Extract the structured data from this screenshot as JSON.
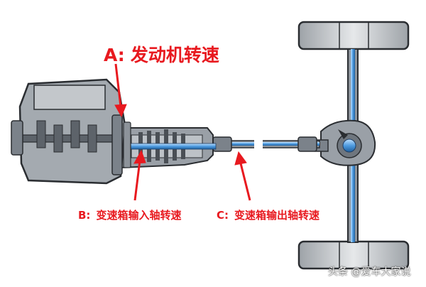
{
  "labels": {
    "a": {
      "symbol": "A:",
      "text": "发动机转速"
    },
    "b": {
      "symbol": "B:",
      "text": "变速箱输入轴转速"
    },
    "c": {
      "symbol": "C:",
      "text": "变速箱输出轴转速"
    }
  },
  "watermark": "头条 @爱车大家说",
  "colors": {
    "annotation": "#e8191f",
    "shaft_blue": "#5aa7e8",
    "casing": "#8a9098",
    "casing_dark": "#3c4046",
    "tire": "#bfc3c7"
  }
}
